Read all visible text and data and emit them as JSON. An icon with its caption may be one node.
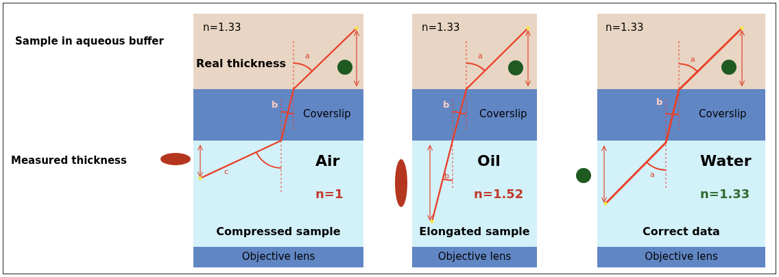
{
  "diagram": {
    "nodes": [
      {
        "text": [
          "n=1.33",
          "Real thickness"
        ]
      },
      {
        "text": [
          "Coverslip"
        ]
      },
      {
        "text": [
          "Air",
          "n=1",
          "Compressed sample"
        ]
      },
      {
        "text": [
          "Objective lens"
        ]
      },
      {
        "text": [
          "n=1.33"
        ]
      },
      {
        "text": [
          "Coverslip"
        ]
      },
      {
        "text": [
          "Oil",
          "n=1.52",
          "Elongated sample"
        ]
      },
      {
        "text": [
          "Objective lens"
        ]
      },
      {
        "text": [
          "n=1.33"
        ]
      },
      {
        "text": [
          "Coverslip"
        ]
      },
      {
        "text": [
          "Water",
          "n=1.33",
          "Correct data"
        ]
      },
      {
        "text": [
          "Objective lens"
        ]
      }
    ],
    "labels": [
      "Sample in aqueous buffer",
      "Measured thickness",
      "a",
      "b",
      "c",
      "a",
      "b",
      "b",
      "a",
      "b",
      "a"
    ]
  }
}
